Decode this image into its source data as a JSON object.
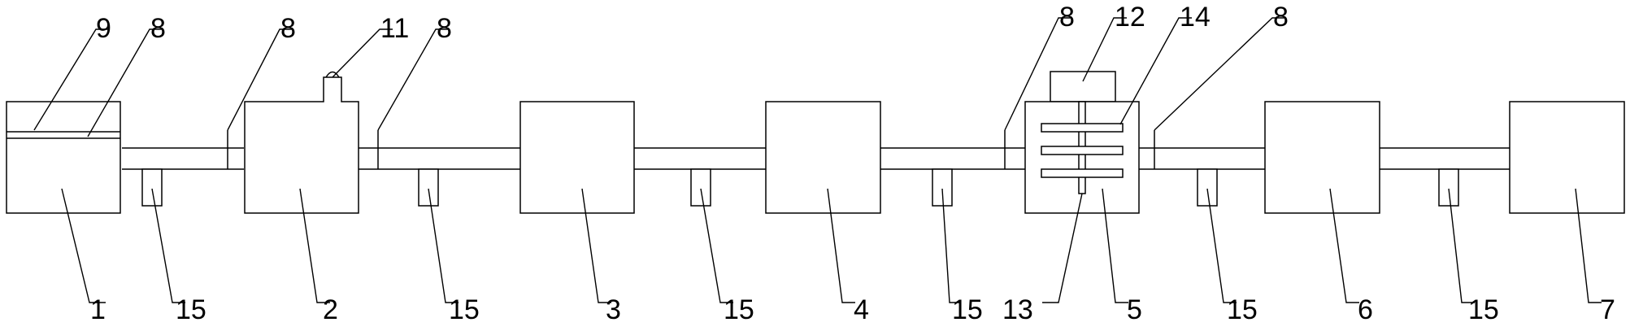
{
  "diagram": {
    "labels": {
      "l1": "1",
      "l2": "2",
      "l3": "3",
      "l4": "4",
      "l5": "5",
      "l6": "6",
      "l7": "7",
      "l8": "8",
      "l9": "9",
      "l11": "11",
      "l12": "12",
      "l13": "13",
      "l14": "14",
      "l15": "15"
    },
    "colors": {
      "line": "#000000",
      "background": "#ffffff"
    }
  }
}
